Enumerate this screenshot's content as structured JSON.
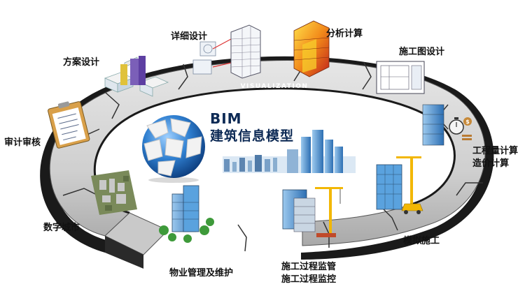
{
  "center": {
    "title": "BIM",
    "subtitle": "建筑信息模型"
  },
  "ring_text": "VISUALIZATION",
  "stages": {
    "detailed_design": "详细设计",
    "analysis": "分析计算",
    "scheme_design": "方案设计",
    "construction_drawing": "施工图设计",
    "review": "审计审核",
    "quantity": "工程量计算",
    "cost": "造价计算",
    "digital_city": "数字城市",
    "simulated_construction": "模拟施工",
    "property_management": "物业管理及维护",
    "process_supervision": "施工过程监管",
    "process_control": "施工过程监控"
  },
  "colors": {
    "ring_light": "#d6d6d6",
    "ring_dark": "#9e9e9e",
    "ring_edge": "#1a1a1a",
    "globe": "#1f6fc4",
    "building_blue": "#3d8fd6",
    "crane_yellow": "#f2b705",
    "heat_red": "#d83a1f"
  }
}
